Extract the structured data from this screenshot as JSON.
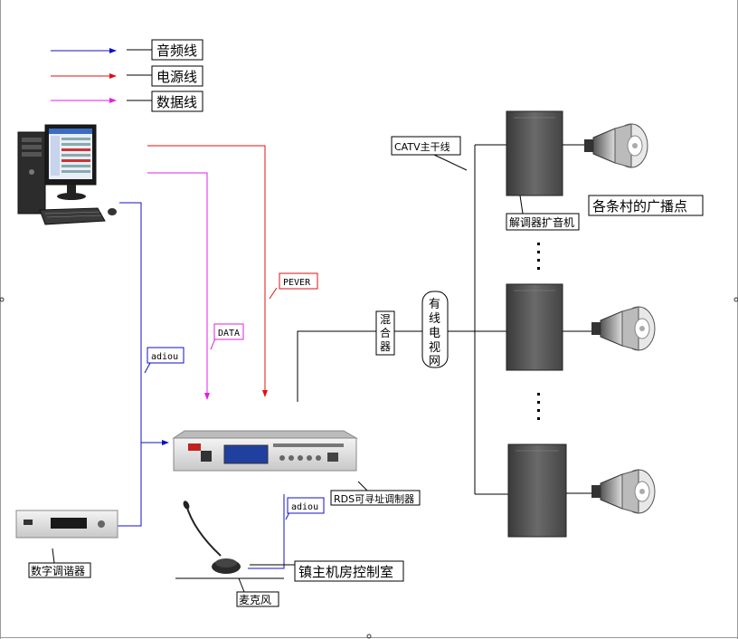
{
  "legend": {
    "audio": "音频线",
    "power": "电源线",
    "data": "数据线"
  },
  "labels": {
    "catv_trunk": "CATV主干线",
    "decoder_amp": "解调器扩音机",
    "village_points": "各条村的广播点",
    "pever": "PEVER",
    "data_tag": "DATA",
    "adiou_left": "adiou",
    "adiou_right": "adiou",
    "mixer": "混合器",
    "cable_tv_net": "有线电视网",
    "rds_modulator": "RDS可寻址调制器",
    "digital_tuner": "数字调谐器",
    "microphone": "麦克风",
    "control_room": "镇主机房控制室"
  },
  "colors": {
    "audio": "#1010c8",
    "power": "#e01010",
    "data": "#e020e0",
    "black": "#000000"
  },
  "icons": {
    "computer": "desktop-computer-icon",
    "rds_unit": "rds-modulator-unit-icon",
    "tuner": "digital-tuner-unit-icon",
    "mic": "gooseneck-microphone-icon",
    "cabinet": "decoder-amplifier-cabinet-icon",
    "horn": "horn-speaker-icon"
  }
}
